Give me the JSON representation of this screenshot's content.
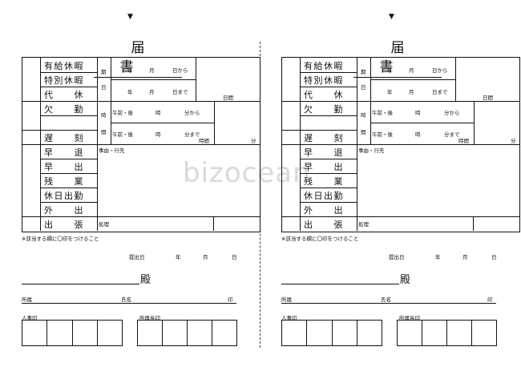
{
  "title": "届　書",
  "reasons": [
    "有給休暇",
    "特別休暇",
    "代　　休",
    "欠　　勤",
    "",
    "遅　　刻",
    "早　　退",
    "早　　出",
    "残　　業",
    "休日出勤",
    "外　　出",
    "出　　張"
  ],
  "period_label_a": "期",
  "period_label_b": "日",
  "period_from": {
    "year": "年",
    "month": "月",
    "day": "日から"
  },
  "period_to": {
    "year": "年",
    "month": "月",
    "day": "日まで"
  },
  "days_unit": "日間",
  "time_label_a": "時",
  "time_label_b": "間",
  "time_from": {
    "ampm": "午前・後",
    "hour": "時",
    "min": "分から"
  },
  "time_to": {
    "ampm": "午前・後",
    "hour": "時",
    "min": "分まで"
  },
  "hours_unit": "時間",
  "minutes_unit": "分",
  "purpose_label": "事由・行先",
  "processing_label": "処理",
  "note": "※該当する欄に〇印をつけること",
  "submit": {
    "label": "提出日",
    "year": "年",
    "month": "月",
    "day": "日"
  },
  "addressee_suffix": "殿",
  "dept_label": "所属",
  "name_label": "氏名",
  "seal_label": "印",
  "hr_seal_label": "人事印",
  "dept_head_seal_label": "所属長印",
  "marker": "▼",
  "watermark": "bizocean"
}
